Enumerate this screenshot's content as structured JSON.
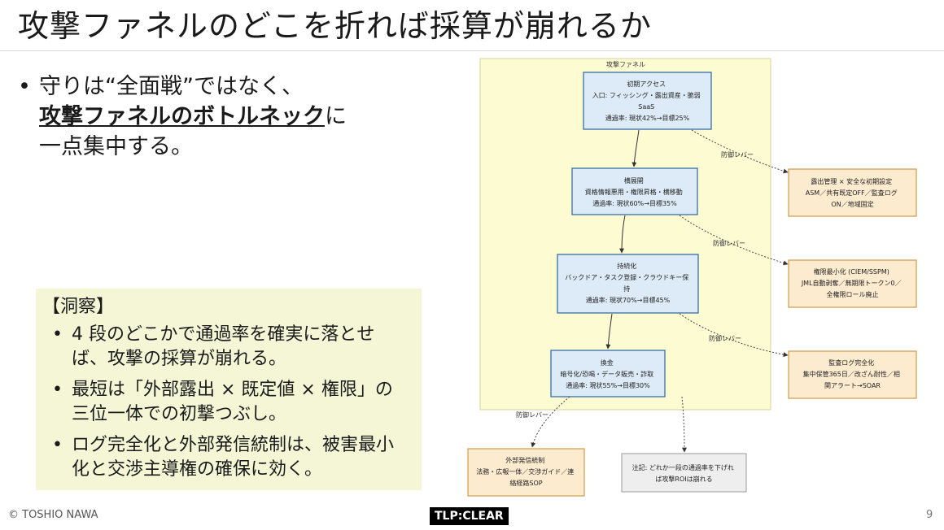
{
  "slide": {
    "title": "攻撃ファネルのどこを折れば採算が崩れるか",
    "bullet_line1": "守りは“全面戦”ではなく、",
    "bullet_em": "攻撃ファネルのボトルネック",
    "bullet_after_em": "に",
    "bullet_line3": "一点集中する。"
  },
  "insight": {
    "heading": "【洞察】",
    "items": [
      "4 段のどこかで通過率を確実に落とせば、攻撃の採算が崩れる。",
      "最短は「外部露出 × 既定値 × 権限」の三位一体での初撃つぶし。",
      "ログ完全化と外部発信統制は、被害最小化と交渉主導権の確保に効く。"
    ]
  },
  "diagram": {
    "container_label": "攻撃ファネル",
    "stages": [
      {
        "lines": [
          "初期アクセス",
          "入口: フィッシング・露出資産・脆弱",
          "SaaS",
          "通過率: 現状42%→目標25%"
        ]
      },
      {
        "lines": [
          "横展開",
          "資格情報悪用・権限昇格・横移動",
          "通過率: 現状60%→目標35%"
        ]
      },
      {
        "lines": [
          "持続化",
          "バックドア・タスク登録・クラウドキー保",
          "持",
          "通過率: 現状70%→目標45%"
        ]
      },
      {
        "lines": [
          "換金",
          "暗号化/恐喝・データ販売・詐取",
          "通過率: 現状55%→目標30%"
        ]
      }
    ],
    "levers": [
      {
        "lines": [
          "露出管理 × 安全な初期設定",
          "ASM／共有既定OFF／監査ログ",
          "ON／地域固定"
        ]
      },
      {
        "lines": [
          "権限最小化 (CIEM/SSPM)",
          "JML自動剥奪／無期限トークン0／",
          "全権限ロール廃止"
        ]
      },
      {
        "lines": [
          "監査ログ完全化",
          "集中保管365日／改ざん耐性／相",
          "関アラート→SOAR"
        ]
      },
      {
        "lines": [
          "外部発信統制",
          "法務・広報一体／交渉ガイド／連",
          "絡経路SOP"
        ]
      }
    ],
    "edge_label": "防御レバー",
    "note": {
      "lines": [
        "注記: どれか一段の通過率を下げれ",
        "ば攻撃ROIは崩れる"
      ]
    }
  },
  "footer": {
    "copyright": "© TOSHIO NAWA",
    "tlp": "TLP:CLEAR",
    "page": "9"
  },
  "colors": {
    "funnel_bg": "#fdfbd2",
    "stage_fill": "#dcebf7",
    "stage_stroke": "#3b6fa0",
    "lever_fill": "#fdebcf",
    "lever_stroke": "#d19a4a",
    "note_fill": "#eeeeee",
    "insight_bg": "#f4f6d6"
  }
}
